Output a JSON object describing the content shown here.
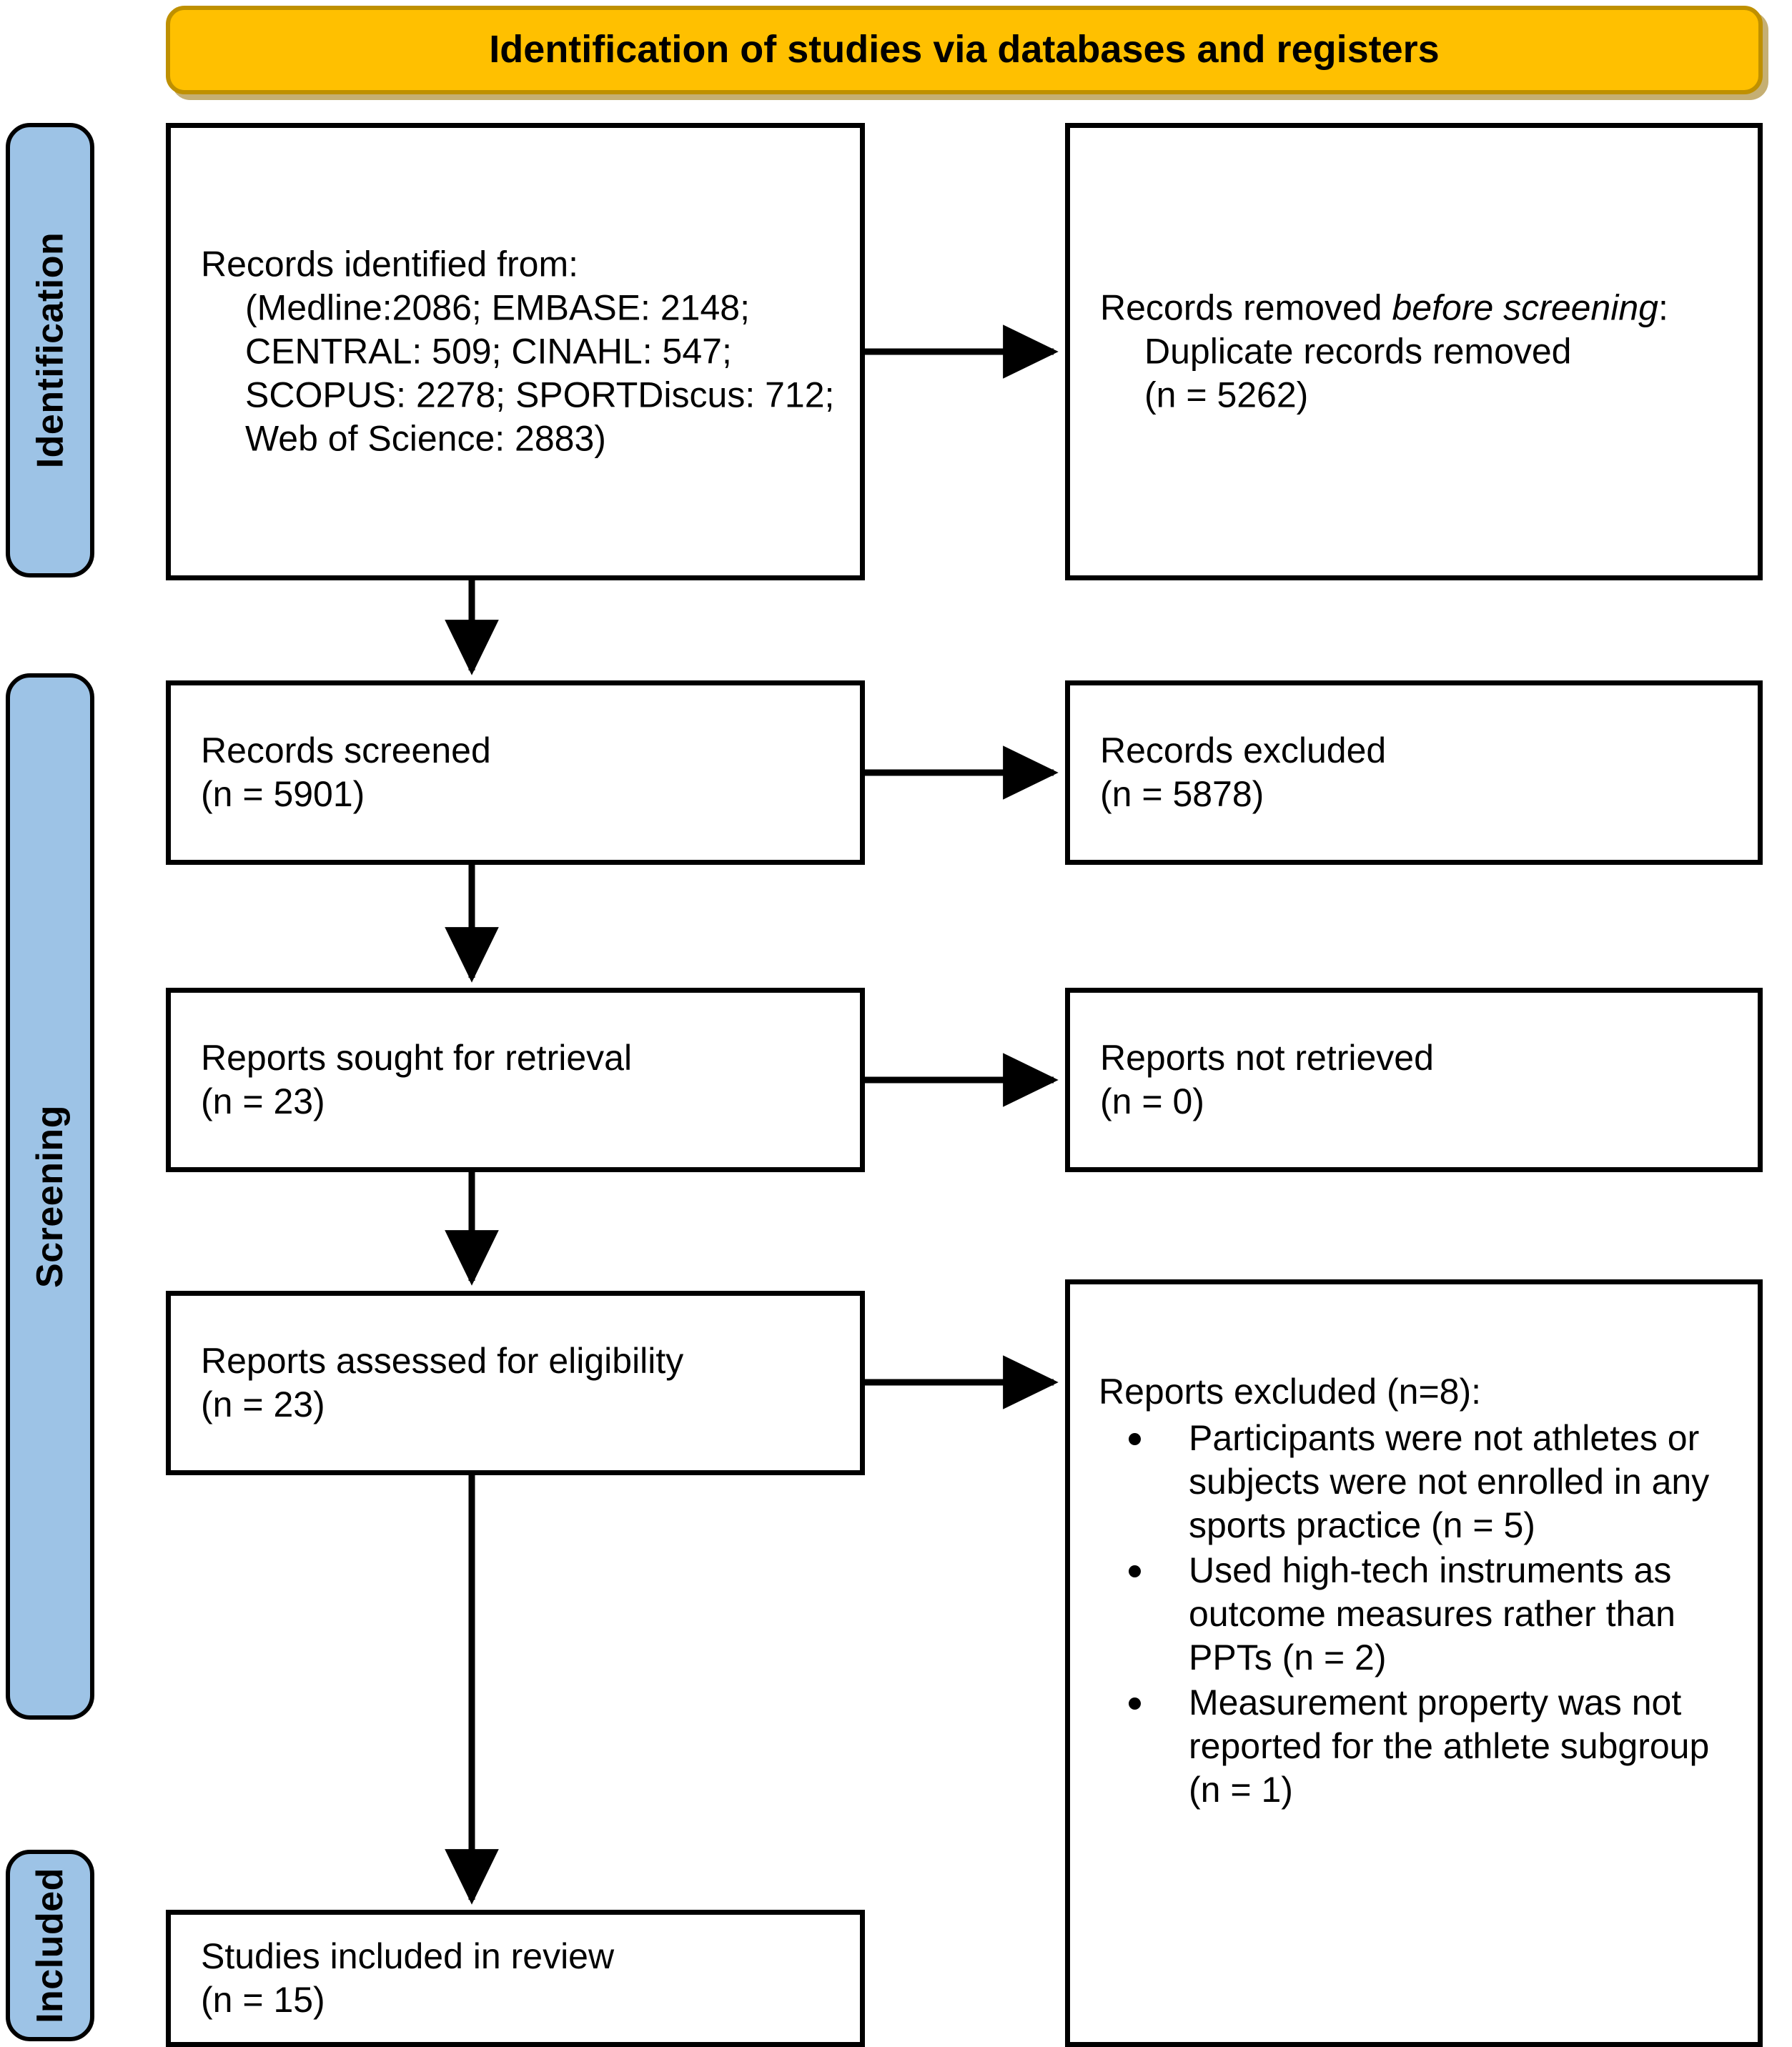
{
  "header": {
    "title": "Identification of studies via databases and registers",
    "color": "#FFC000"
  },
  "stages": {
    "color": "#9DC3E6",
    "identification": "Identification",
    "screening": "Screening",
    "included": "Included"
  },
  "boxes": {
    "records_identified": {
      "line1": "Records identified from:",
      "line2": "(Medline:2086; EMBASE: 2148; CENTRAL: 509; CINAHL: 547; SCOPUS: 2278; SPORTDiscus: 712; Web of Science: 2883)",
      "sources": [
        {
          "name": "Medline",
          "n": 2086
        },
        {
          "name": "EMBASE",
          "n": 2148
        },
        {
          "name": "CENTRAL",
          "n": 509
        },
        {
          "name": "CINAHL",
          "n": 547
        },
        {
          "name": "SCOPUS",
          "n": 2278
        },
        {
          "name": "SPORTDiscus",
          "n": 712
        },
        {
          "name": "Web of Science",
          "n": 2883
        }
      ]
    },
    "records_removed": {
      "lead": "Records removed ",
      "emph": "before screening",
      "colon": ":",
      "detail": "Duplicate records removed",
      "count": "(n = 5262)"
    },
    "records_screened": {
      "label": "Records screened",
      "count": "(n = 5901)"
    },
    "records_excluded": {
      "label": "Records excluded",
      "count": "(n = 5878)"
    },
    "reports_sought": {
      "label": "Reports sought for retrieval",
      "count": "(n = 23)"
    },
    "reports_not_retrieved": {
      "label": "Reports not retrieved",
      "count": "(n = 0)"
    },
    "reports_assessed": {
      "label": "Reports assessed for eligibility",
      "count": "(n = 23)"
    },
    "reports_excluded": {
      "title": "Reports excluded (n=8):",
      "reasons": [
        "Participants were not athletes or subjects were not enrolled in any sports practice (n = 5)",
        "Used high-tech instruments as outcome measures rather than PPTs (n = 2)",
        "Measurement property was not reported for the athlete subgroup (n = 1)"
      ]
    },
    "studies_included": {
      "label": "Studies included in review",
      "count": "(n = 15)"
    }
  }
}
